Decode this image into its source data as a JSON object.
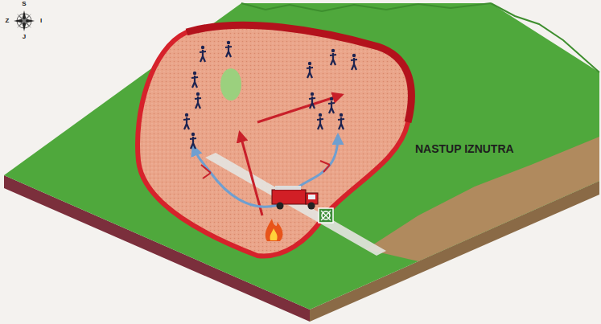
{
  "diagram": {
    "title": "NASTUP IZNUTRA",
    "labels": [
      "S",
      "Z",
      "I",
      "J"
    ]
  }
}
